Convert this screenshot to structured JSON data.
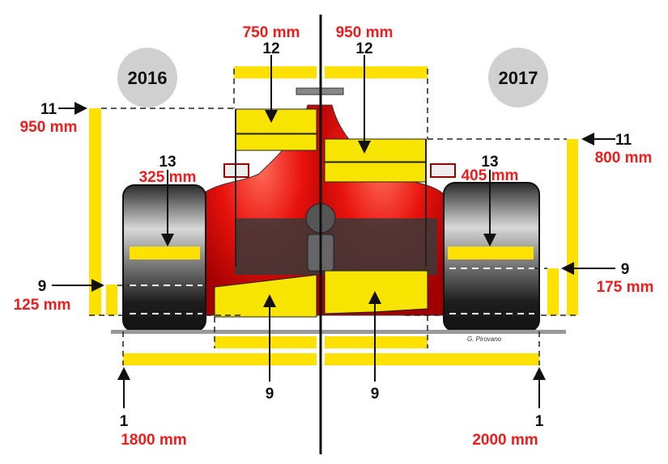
{
  "colors": {
    "dimension_bar": "#ffe100",
    "label_red": "#ee1c1c",
    "car_body": "#e8120c",
    "year_badge": "#d0d0d0"
  },
  "years": {
    "left": "2016",
    "right": "2017"
  },
  "left": {
    "rear_wing": {
      "ref": "12",
      "value": "750 mm"
    },
    "wing_height": {
      "ref": "11",
      "value": "950 mm"
    },
    "tyre_width": {
      "ref": "13",
      "value": "325 mm"
    },
    "diffuser_height": {
      "ref": "9",
      "value": "125 mm"
    },
    "diffuser_ref": "9",
    "car_width": {
      "ref": "1",
      "value": "1800 mm"
    }
  },
  "right": {
    "rear_wing": {
      "ref": "12",
      "value": "950 mm"
    },
    "wing_height": {
      "ref": "11",
      "value": "800 mm"
    },
    "tyre_width": {
      "ref": "13",
      "value": "405 mm"
    },
    "diffuser_height": {
      "ref": "9",
      "value": "175 mm"
    },
    "diffuser_ref": "9",
    "car_width": {
      "ref": "1",
      "value": "2000 mm"
    }
  },
  "credit": "G. Pirovano"
}
